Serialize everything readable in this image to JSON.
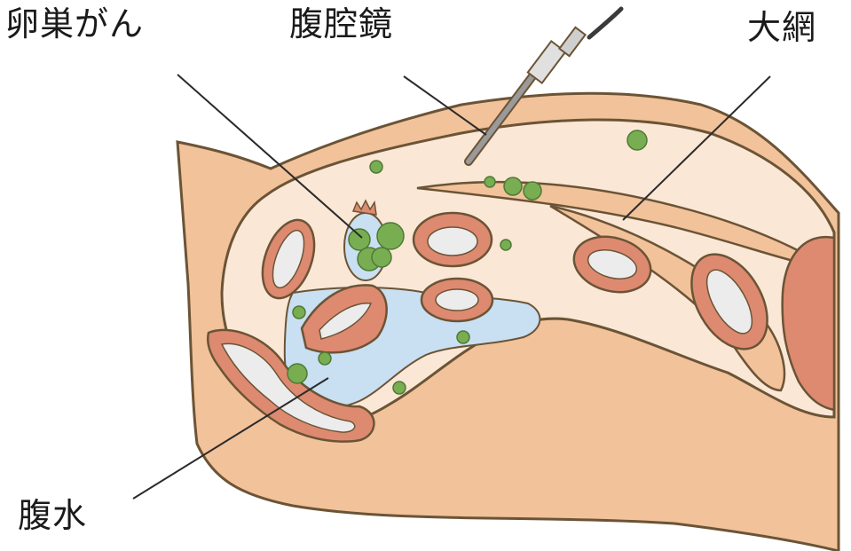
{
  "labels": {
    "ovarian_cancer": "卵巣がん",
    "laparoscope": "腹腔鏡",
    "omentum": "大網",
    "ascites": "腹水"
  },
  "colors": {
    "skin": "#f2c29b",
    "outline": "#6b5436",
    "cavity": "#fbe7d6",
    "organ_wall": "#dd8a70",
    "organ_lumen": "#ececec",
    "fluid": "#c9dff2",
    "tumor": "#79ad52",
    "instrument": "#8c8c8c",
    "leader_line": "#2b2b2b"
  }
}
